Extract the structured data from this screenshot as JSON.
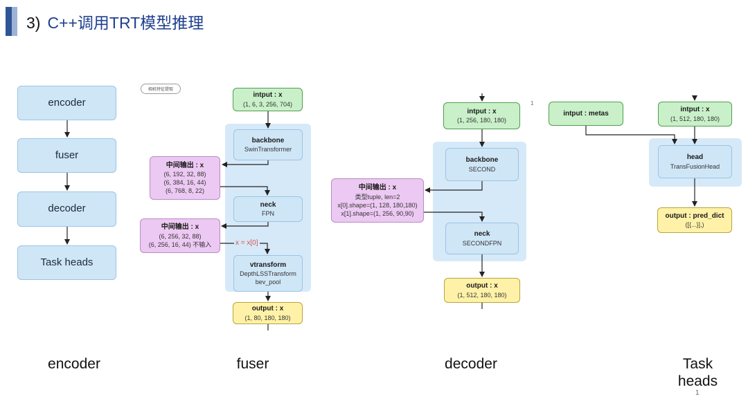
{
  "header": {
    "number": "3)",
    "title": "C++调用TRT模型推理"
  },
  "pipeline": [
    "encoder",
    "fuser",
    "decoder",
    "Task heads"
  ],
  "fuser": {
    "tag": "相机特征提取",
    "input": {
      "label": "intput : x",
      "shape": "(1, 6, 3, 256, 704)"
    },
    "backbone": {
      "label": "backbone",
      "sub": "SwinTransformer"
    },
    "mid1": {
      "label": "中间输出 : x",
      "lines": [
        "(6, 192, 32, 88)",
        "(6, 384, 16, 44)",
        "(6, 768, 8, 22)"
      ]
    },
    "neck": {
      "label": "neck",
      "sub": "FPN"
    },
    "mid2": {
      "label": "中间输出 : x",
      "line1": "(6, 256, 32, 88)",
      "line2": "(6, 256, 16, 44)",
      "note": "不输入"
    },
    "select": "x = x[0]",
    "vtransform": {
      "label": "vtransform",
      "sub1": "DepthLSSTransform",
      "sub2": "bev_pool"
    },
    "output": {
      "label": "output : x",
      "shape": "(1, 80, 180, 180)"
    }
  },
  "decoder": {
    "input": {
      "label": "intput : x",
      "shape": "(1, 256, 180, 180)"
    },
    "backbone": {
      "label": "backbone",
      "sub": "SECOND"
    },
    "mid": {
      "label": "中间输出 : x",
      "lines": [
        "类型tuple, len=2",
        "x[0].shape=(1, 128, 180,180)",
        "x[1].shape=(1, 256, 90,90)"
      ]
    },
    "neck": {
      "label": "neck",
      "sub": "SECONDFPN"
    },
    "output": {
      "label": "output : x",
      "shape": "(1, 512, 180, 180)"
    },
    "mark": "1"
  },
  "head": {
    "metas": "intput : metas",
    "input": {
      "label": "intput : x",
      "shape": "(1, 512, 180, 180)"
    },
    "head": {
      "label": "head",
      "sub": "TransFusionHead"
    },
    "output": {
      "label": "output : pred_dict",
      "shape": "([{...}],)"
    }
  },
  "bottom_labels": [
    "encoder",
    "fuser",
    "decoder",
    "Task\nheads"
  ],
  "page_number": "1",
  "colors": {
    "accent": "#2f5597",
    "title": "#1f3f8f",
    "module": "#cfe6f7",
    "input": "#c9f0c9",
    "output": "#fff2a8",
    "mid": "#ecc9f2"
  }
}
